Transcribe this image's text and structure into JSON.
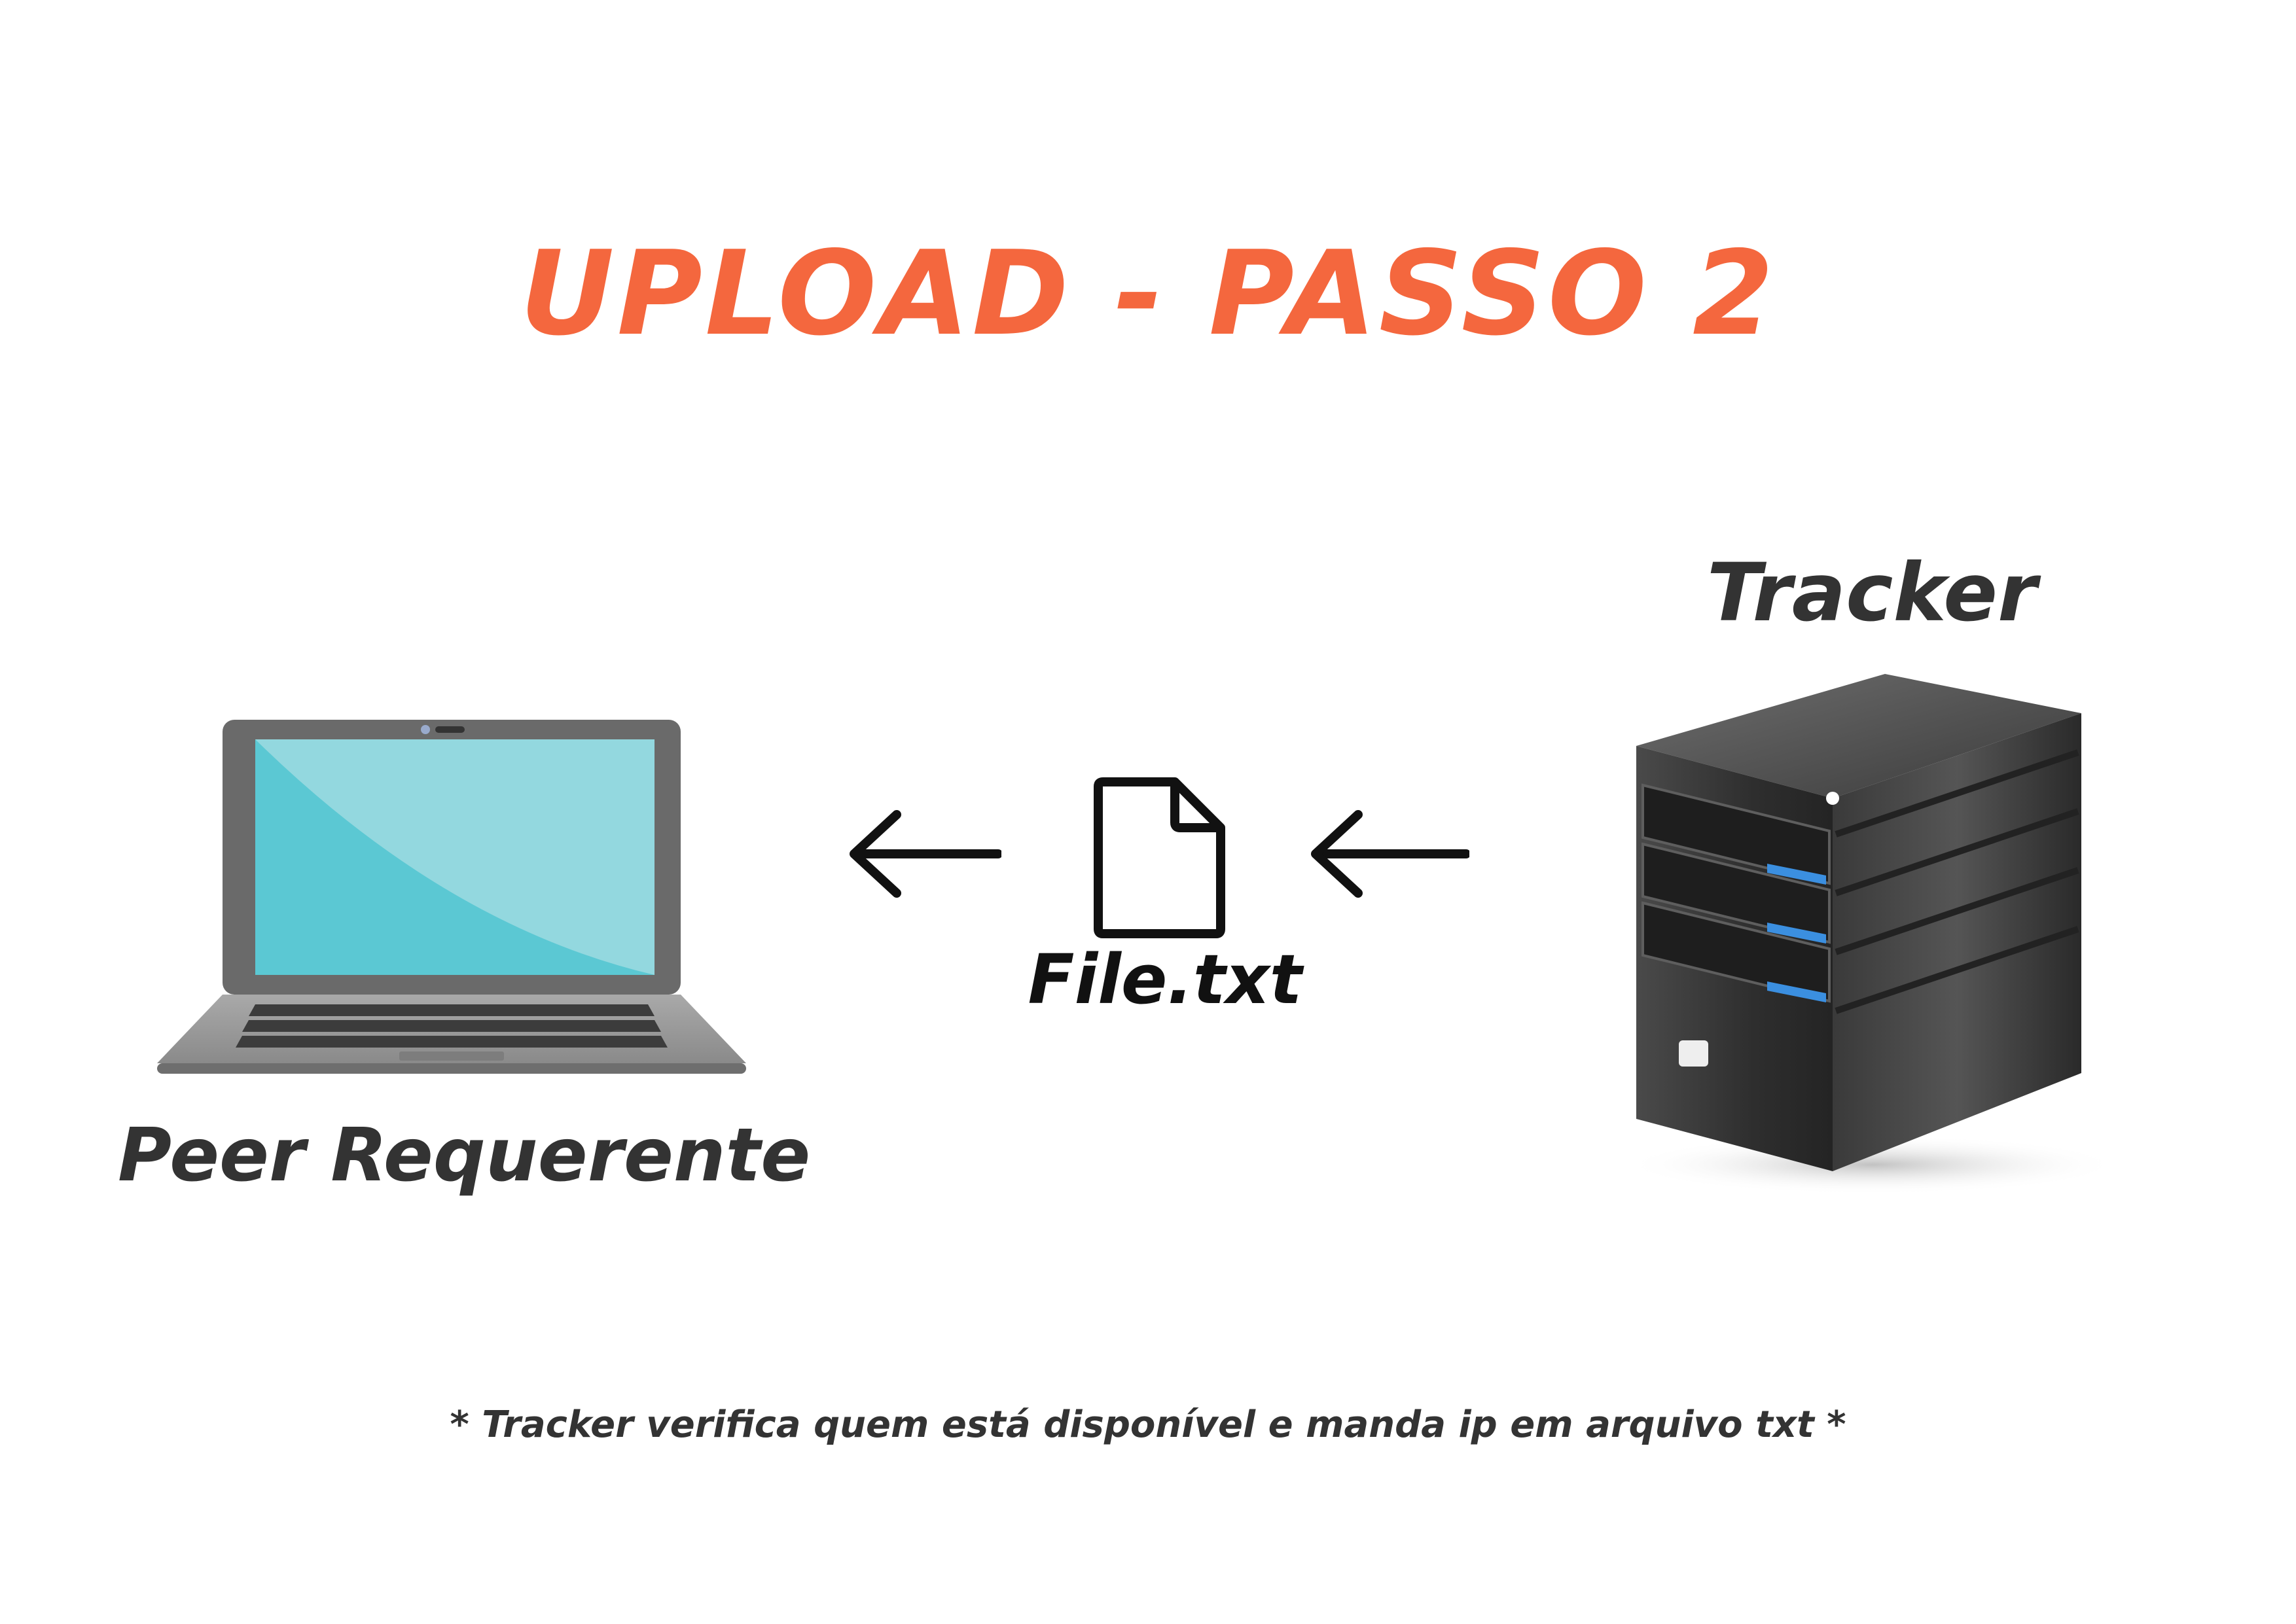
{
  "diagram": {
    "title": "UPLOAD - PASSO 2",
    "nodes": {
      "tracker": {
        "label": "Tracker",
        "icon": "server-icon"
      },
      "peer": {
        "label": "Peer Requerente",
        "icon": "laptop-icon"
      },
      "file": {
        "label": "File.txt",
        "icon": "file-icon"
      }
    },
    "edges": [
      {
        "from": "tracker",
        "to": "file",
        "icon": "arrow-left-icon"
      },
      {
        "from": "file",
        "to": "peer",
        "icon": "arrow-left-icon"
      }
    ],
    "footnote": "* Tracker verifica quem está disponível e manda ip em arquivo txt *"
  },
  "colors": {
    "title": "#f4673e",
    "text": "#333333",
    "screen": "#5bc8d3",
    "server_accent": "#3b8fe0"
  }
}
